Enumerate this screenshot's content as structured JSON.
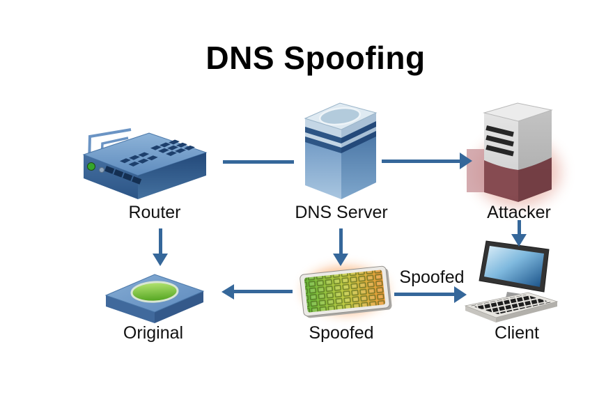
{
  "title": "DNS Spoofing",
  "diagram": {
    "type": "network-flow-diagram",
    "nodes": [
      {
        "id": "router",
        "label": "Router"
      },
      {
        "id": "dns-server",
        "label": "DNS Server"
      },
      {
        "id": "attacker",
        "label": "Attacker"
      },
      {
        "id": "original",
        "label": "Original"
      },
      {
        "id": "spoofed",
        "label": "Spoofed"
      },
      {
        "id": "client",
        "label": "Client"
      }
    ],
    "edges": [
      {
        "from": "router",
        "to": "dns-server",
        "style": "line",
        "label": ""
      },
      {
        "from": "dns-server",
        "to": "attacker",
        "style": "arrow",
        "label": ""
      },
      {
        "from": "router",
        "to": "original",
        "style": "arrow",
        "label": ""
      },
      {
        "from": "dns-server",
        "to": "spoofed",
        "style": "arrow",
        "label": ""
      },
      {
        "from": "attacker",
        "to": "client",
        "style": "arrow",
        "label": ""
      },
      {
        "from": "spoofed",
        "to": "original",
        "style": "arrow",
        "label": ""
      },
      {
        "from": "spoofed",
        "to": "client",
        "style": "arrow",
        "label": "Spoofed"
      }
    ],
    "colors": {
      "background": "#ffffff",
      "arrow": "#35679a",
      "title_text": "#000000",
      "label_text": "#111111",
      "router_blue": "#3f6da0",
      "dns_server_blue": "#5e8bbc",
      "attacker_gray": "#d6d6d6",
      "attacker_red": "#7d3c42",
      "original_green": "#6cc02e",
      "spoofed_green": "#68b93a",
      "spoofed_orange": "#ec9838",
      "client_screen_blue": "#2a6aa5"
    }
  }
}
